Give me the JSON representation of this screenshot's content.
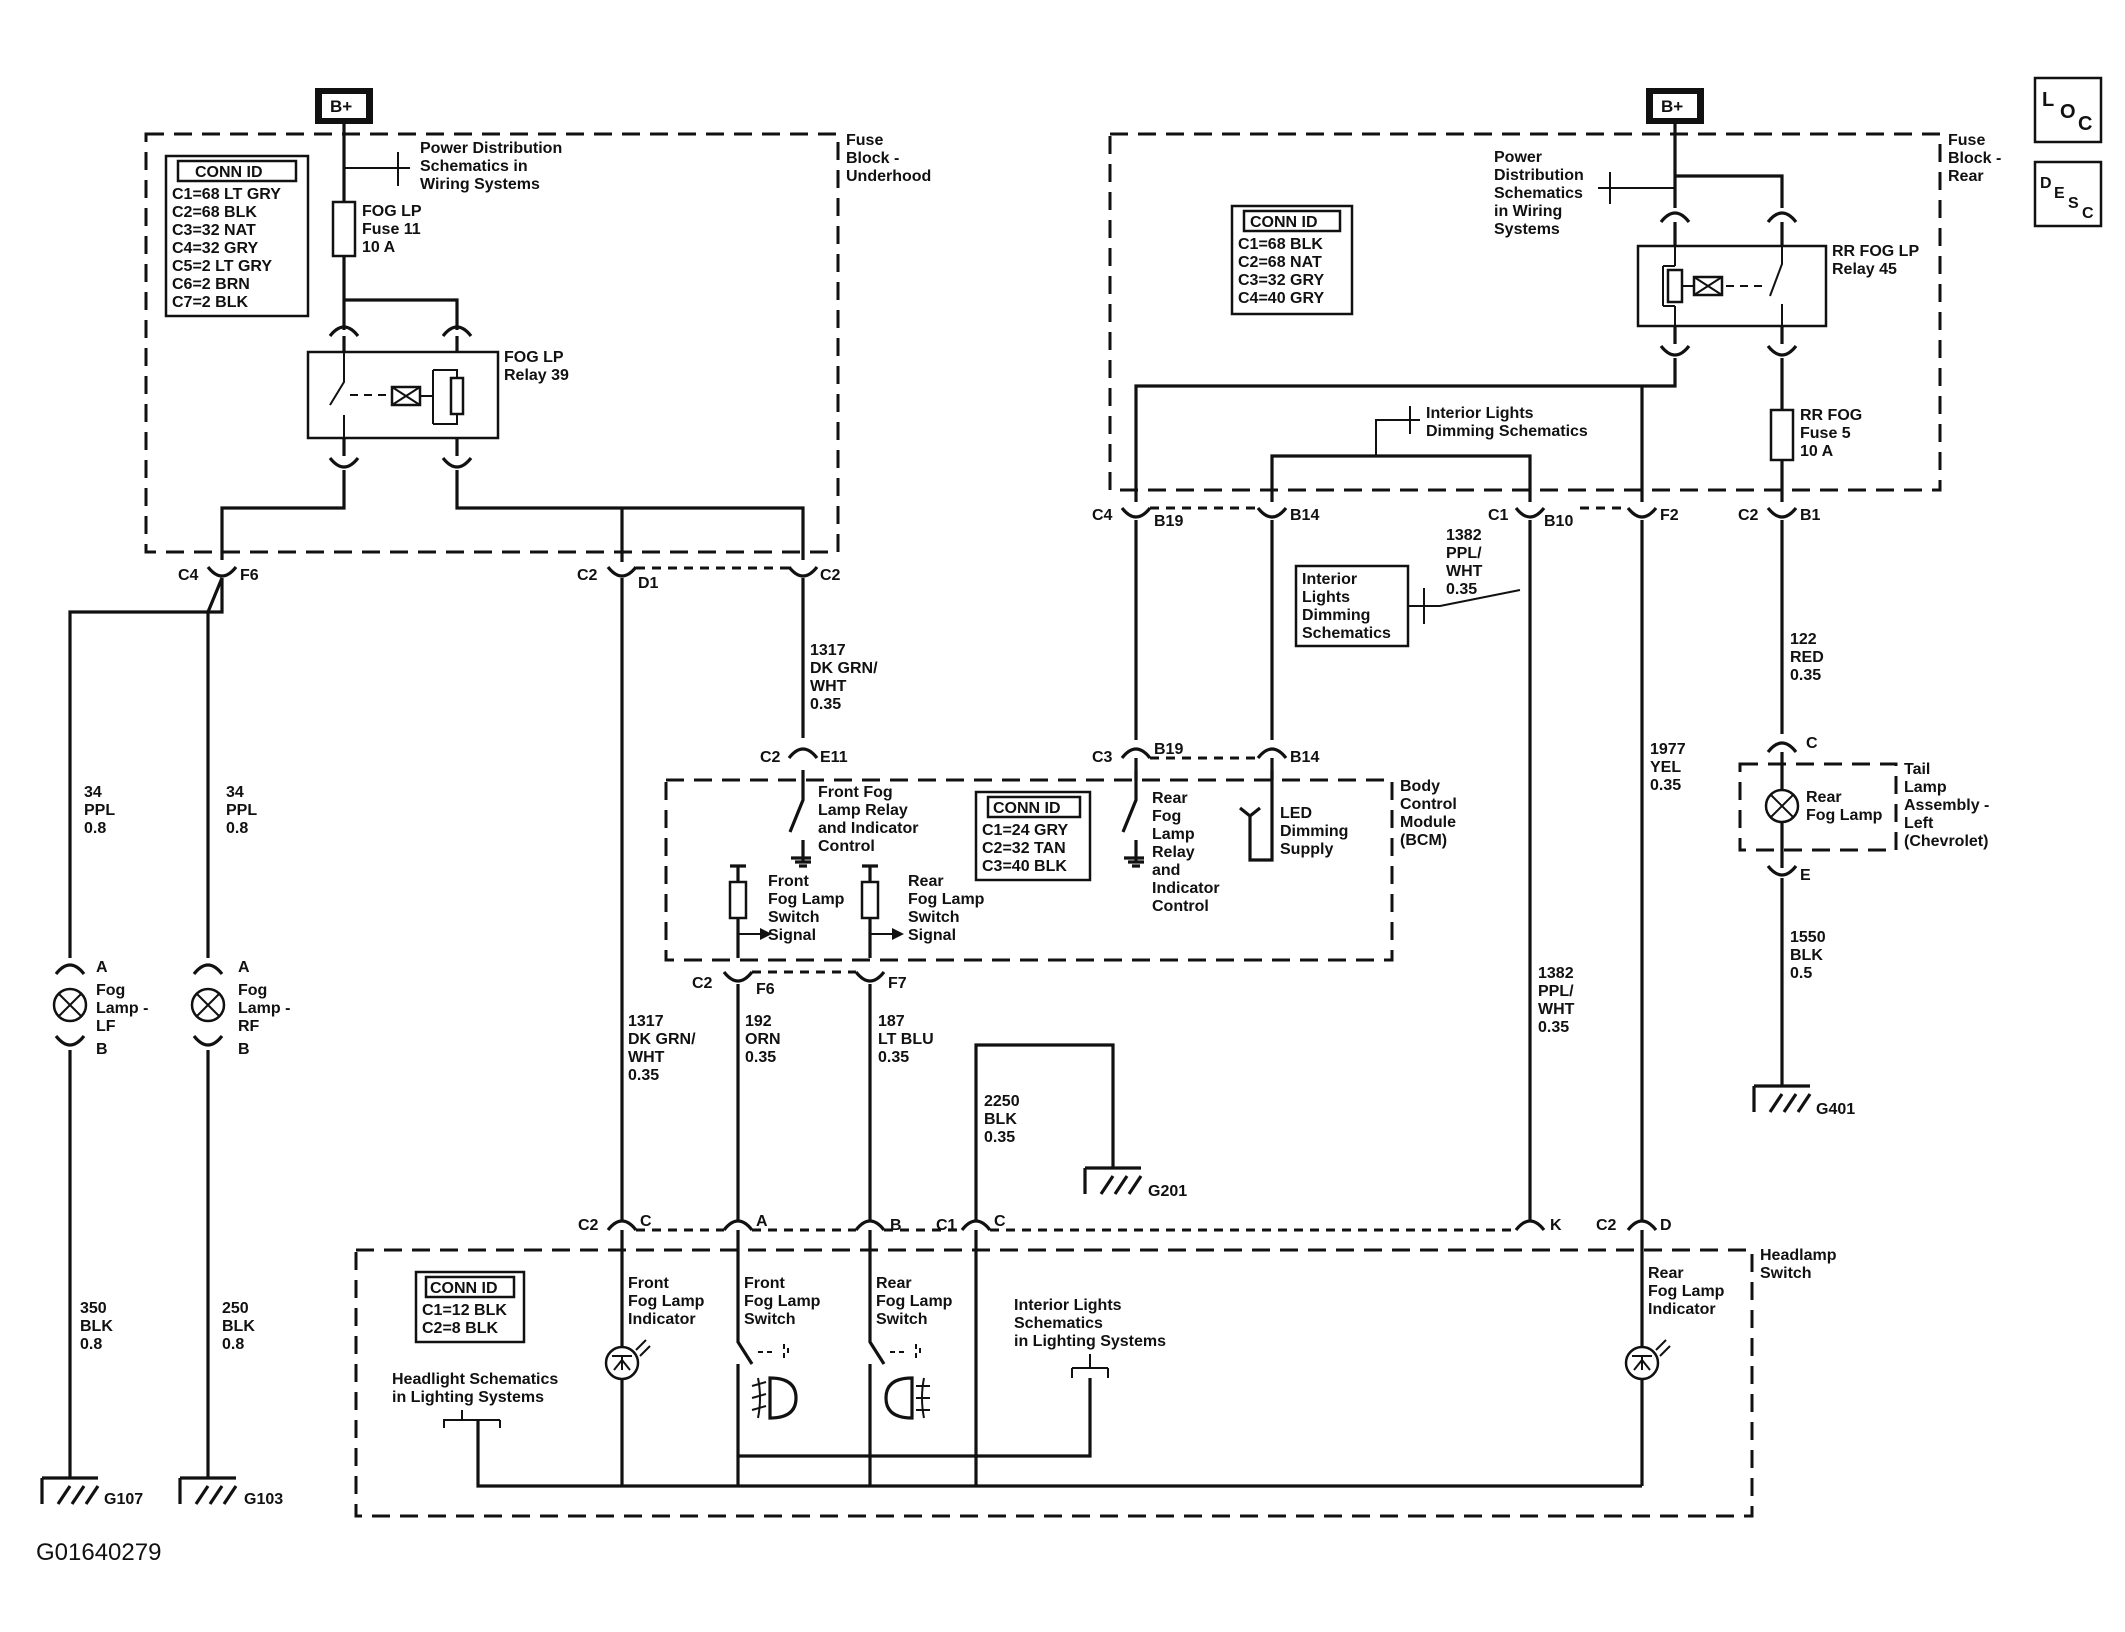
{
  "figure_id": "G01640279",
  "nav_icons": {
    "loc": [
      "L",
      "O",
      "C"
    ],
    "desc": [
      "D",
      "E",
      "S",
      "C"
    ]
  },
  "power": {
    "b_plus_left": "B+",
    "b_plus_right": "B+"
  },
  "fuse_block_underhood": {
    "title": [
      "Fuse",
      "Block -",
      "Underhood"
    ],
    "power_ref": [
      "Power Distribution",
      "Schematics in",
      "Wiring Systems"
    ],
    "fuse": [
      "FOG LP",
      "Fuse 11",
      "10 A"
    ],
    "relay": [
      "FOG LP",
      "Relay 39"
    ],
    "conn_title": "CONN ID",
    "conn": [
      "C1=68 LT GRY",
      "C2=68 BLK",
      "C3=32 NAT",
      "C4=32 GRY",
      "C5=2 LT GRY",
      "C6=2 BRN",
      "C7=2 BLK"
    ]
  },
  "fuse_block_rear": {
    "title": [
      "Fuse",
      "Block -",
      "Rear"
    ],
    "power_ref": [
      "Power",
      "Distribution",
      "Schematics",
      "in Wiring",
      "Systems"
    ],
    "relay": [
      "RR FOG LP",
      "Relay 45"
    ],
    "fuse": [
      "RR FOG",
      "Fuse 5",
      "10 A"
    ],
    "dimming_ref": [
      "Interior Lights",
      "Dimming Schematics"
    ],
    "conn_title": "CONN ID",
    "conn": [
      "C1=68 BLK",
      "C2=68 NAT",
      "C3=32 GRY",
      "C4=40 GRY"
    ]
  },
  "connectors": {
    "c4": "C4",
    "f6": "F6",
    "c2a": "C2",
    "d1": "D1",
    "c2b": "C2",
    "c4r": "C4",
    "b19": "B19",
    "b14": "B14",
    "c1r": "C1",
    "b10": "B10",
    "f2": "F2",
    "c2r": "C2",
    "b1": "B1",
    "c2e": "C2",
    "e11": "E11",
    "c3": "C3",
    "b19b": "B19",
    "b14b": "B14",
    "c2f": "C2",
    "f6b": "F6",
    "f7": "F7",
    "hs_c2": "C2",
    "hs_c": "C",
    "hs_a": "A",
    "hs_b": "B",
    "hs_c1": "C1",
    "hs_c1c": "C",
    "hs_k": "K",
    "hs_c2b": "C2",
    "hs_d": "D",
    "tail_c": "C",
    "tail_e": "E",
    "fl_a": "A",
    "fl_b": "B",
    "fr_a": "A",
    "fr_b": "B"
  },
  "wires": {
    "w34_left": [
      "34",
      "PPL",
      "0.8"
    ],
    "w34_right": [
      "34",
      "PPL",
      "0.8"
    ],
    "w350": [
      "350",
      "BLK",
      "0.8"
    ],
    "w250": [
      "250",
      "BLK",
      "0.8"
    ],
    "w1317_top": [
      "1317",
      "DK GRN/",
      "WHT",
      "0.35"
    ],
    "w1317_bot": [
      "1317",
      "DK GRN/",
      "WHT",
      "0.35"
    ],
    "w192": [
      "192",
      "ORN",
      "0.35"
    ],
    "w187": [
      "187",
      "LT BLU",
      "0.35"
    ],
    "w2250": [
      "2250",
      "BLK",
      "0.35"
    ],
    "w1382_top": [
      "1382",
      "PPL/",
      "WHT",
      "0.35"
    ],
    "w1382_bot": [
      "1382",
      "PPL/",
      "WHT",
      "0.35"
    ],
    "w1977": [
      "1977",
      "YEL",
      "0.35"
    ],
    "w122": [
      "122",
      "RED",
      "0.35"
    ],
    "w1550": [
      "1550",
      "BLK",
      "0.5"
    ]
  },
  "grounds": {
    "g107": "G107",
    "g103": "G103",
    "g201": "G201",
    "g401": "G401"
  },
  "fog_lamps": {
    "lf": [
      "Fog",
      "Lamp -",
      "LF"
    ],
    "rf": [
      "Fog",
      "Lamp -",
      "RF"
    ]
  },
  "interior_dimming_box": [
    "Interior",
    "Lights",
    "Dimming",
    "Schematics"
  ],
  "bcm": {
    "title": [
      "Body",
      "Control",
      "Module",
      "(BCM)"
    ],
    "front_relay": [
      "Front Fog",
      "Lamp Relay",
      "and Indicator",
      "Control"
    ],
    "rear_relay": [
      "Rear",
      "Fog",
      "Lamp",
      "Relay",
      "and",
      "Indicator",
      "Control"
    ],
    "led": [
      "LED",
      "Dimming",
      "Supply"
    ],
    "front_switch_sig": [
      "Front",
      "Fog Lamp",
      "Switch",
      "Signal"
    ],
    "rear_switch_sig": [
      "Rear",
      "Fog Lamp",
      "Switch",
      "Signal"
    ],
    "conn_title": "CONN ID",
    "conn": [
      "C1=24 GRY",
      "C2=32 TAN",
      "C3=40 BLK"
    ]
  },
  "tail_lamp": {
    "lamp": [
      "Rear",
      "Fog Lamp"
    ],
    "title": [
      "Tail",
      "Lamp",
      "Assembly -",
      "Left",
      "(Chevrolet)"
    ]
  },
  "headlamp_switch": {
    "title": [
      "Headlamp",
      "Switch"
    ],
    "conn_title": "CONN ID",
    "conn": [
      "C1=12 BLK",
      "C2=8 BLK"
    ],
    "headlight_ref": [
      "Headlight Schematics",
      "in Lighting Systems"
    ],
    "front_indicator": [
      "Front",
      "Fog Lamp",
      "Indicator"
    ],
    "front_switch": [
      "Front",
      "Fog Lamp",
      "Switch"
    ],
    "rear_switch": [
      "Rear",
      "Fog Lamp",
      "Switch"
    ],
    "interior_ref": [
      "Interior Lights",
      "Schematics",
      "in Lighting Systems"
    ],
    "rear_indicator": [
      "Rear",
      "Fog Lamp",
      "Indicator"
    ]
  }
}
